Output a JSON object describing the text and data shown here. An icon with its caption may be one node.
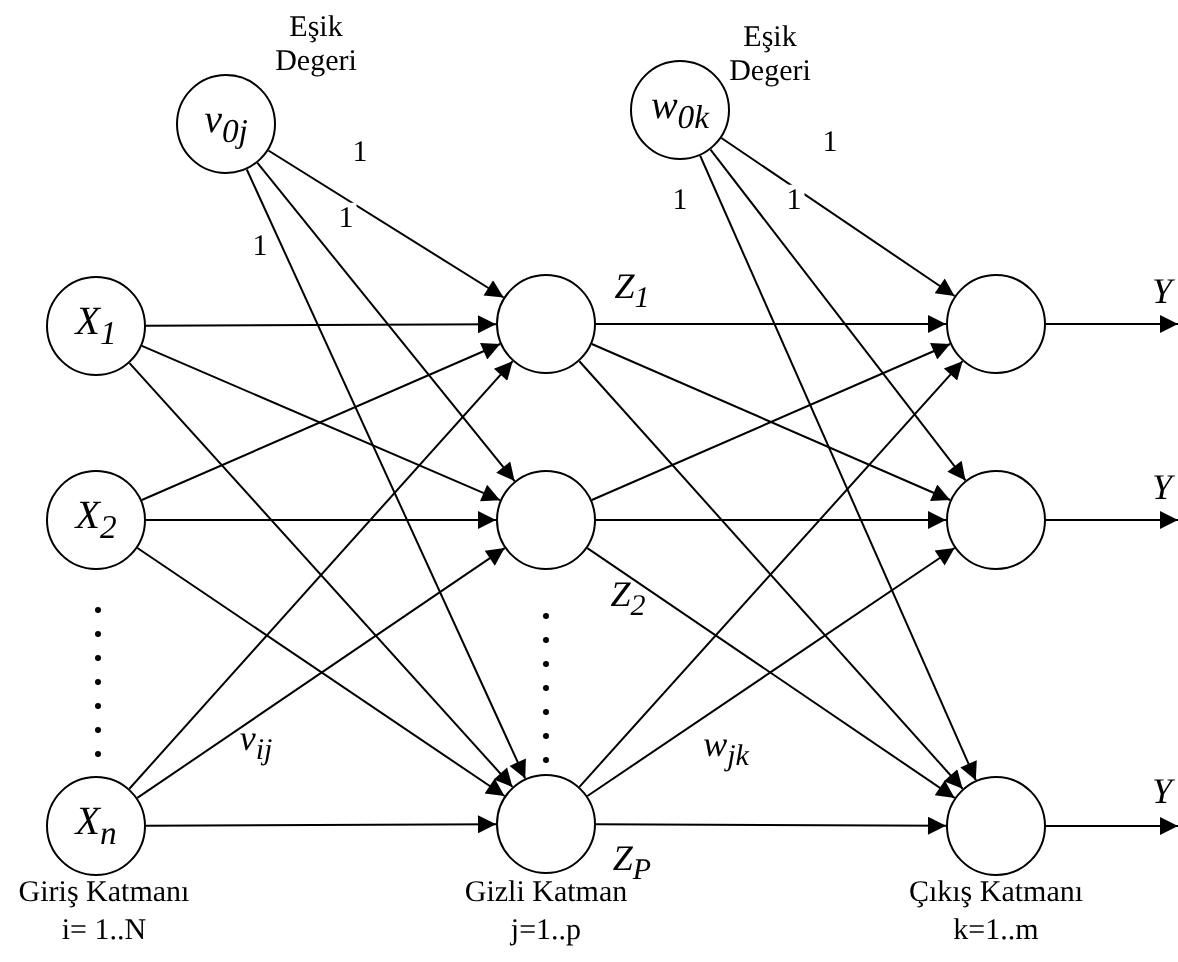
{
  "diagram": {
    "nodes": [
      {
        "text": [
          "v$_{0j}$"
        ],
        "beside": [
          "Eşik Degeri"
        ]
      },
      {
        "text": [
          "X$_{1}$"
        ]
      },
      {
        "text": [
          "X$_{2}$"
        ]
      },
      {
        "text": [
          "X$_{n}$"
        ]
      },
      {
        "text": [],
        "shape": "circle",
        "beside": [
          "Z$_{1}$"
        ]
      },
      {
        "text": [],
        "shape": "circle",
        "beside": [
          "Z$_{2}$"
        ]
      },
      {
        "text": [],
        "shape": "circle",
        "beside": [
          "Z$_{P}$"
        ]
      },
      {
        "text": [
          "w$_{0k}$"
        ],
        "beside": [
          "Eşik Degeri"
        ]
      },
      {
        "text": [],
        "shape": "circle"
      },
      {
        "text": [],
        "shape": "circle"
      },
      {
        "text": [],
        "shape": "circle"
      }
    ],
    "edges": [
      {
        "from": 0,
        "to": 4,
        "arrow": "to",
        "label": "1"
      },
      {
        "from": 0,
        "to": 5,
        "arrow": "to",
        "label": "1"
      },
      {
        "from": 0,
        "to": 6,
        "arrow": "to",
        "label": "1"
      },
      {
        "from": 1,
        "to": 4,
        "arrow": "to"
      },
      {
        "from": 1,
        "to": 5,
        "arrow": "to"
      },
      {
        "from": 1,
        "to": 6,
        "arrow": "to"
      },
      {
        "from": 2,
        "to": 4,
        "arrow": "to"
      },
      {
        "from": 2,
        "to": 5,
        "arrow": "to"
      },
      {
        "from": 2,
        "to": 6,
        "arrow": "to"
      },
      {
        "from": 3,
        "to": 4,
        "arrow": "to"
      },
      {
        "from": 3,
        "to": 5,
        "arrow": "to"
      },
      {
        "from": 3,
        "to": 6,
        "arrow": "to"
      },
      {
        "from": 7,
        "to": 8,
        "arrow": "to",
        "label": "1"
      },
      {
        "from": 7,
        "to": 9,
        "arrow": "to",
        "label": "1"
      },
      {
        "from": 7,
        "to": 10,
        "arrow": "to",
        "label": "1"
      },
      {
        "from": 4,
        "to": 8,
        "arrow": "to"
      },
      {
        "from": 4,
        "to": 9,
        "arrow": "to"
      },
      {
        "from": 4,
        "to": 10,
        "arrow": "to"
      },
      {
        "from": 5,
        "to": 8,
        "arrow": "to"
      },
      {
        "from": 5,
        "to": 9,
        "arrow": "to"
      },
      {
        "from": 5,
        "to": 10,
        "arrow": "to"
      },
      {
        "from": 6,
        "to": 8,
        "arrow": "to"
      },
      {
        "from": 6,
        "to": 9,
        "arrow": "to"
      },
      {
        "from": 6,
        "to": 10,
        "arrow": "to"
      },
      {
        "from": 8,
        "to": null,
        "arrow": "to",
        "label": "Y"
      },
      {
        "from": 9,
        "to": null,
        "arrow": "to",
        "label": "Y"
      },
      {
        "from": 10,
        "to": null,
        "arrow": "to",
        "label": "Y"
      }
    ],
    "labels": [
      "v$_{ij}$",
      "w$_{jk}$",
      "Giriş Katmanı",
      "i= 1..N",
      "Gizli Katman",
      "j=1..p",
      "Çıkış Katmanı",
      "k=1..m"
    ]
  }
}
